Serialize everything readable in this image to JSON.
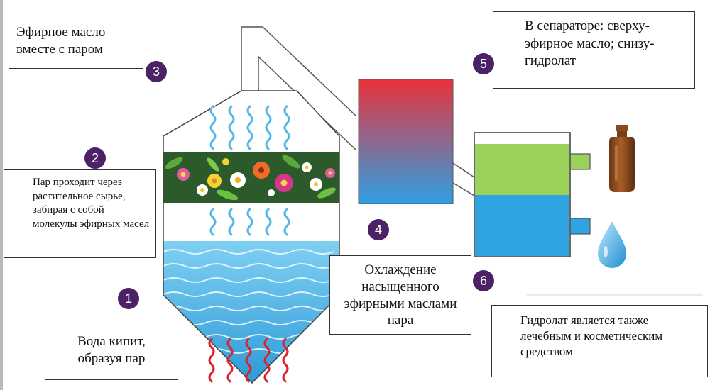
{
  "diagram": {
    "labels": {
      "step3_text": "Эфирное масло вместе с паром",
      "step2_text": "Пар проходит через растительное сырье, забирая с собой молекулы эфирных масел",
      "step1_text": "Вода кипит, образуя пар",
      "step4_text": "Охлаждение насыщенного эфирными маслами пара",
      "step5_text": "В сепараторе: сверху-эфирное масло; снизу-гидролат",
      "step6_text": "Гидролат является также лечебным и косметическим средством"
    },
    "step_numbers": [
      "1",
      "2",
      "3",
      "4",
      "5",
      "6"
    ],
    "colors": {
      "badge": "#4b2266",
      "water": "#3fb4e6",
      "oil_layer": "#9bd35a",
      "condenser_top": "#e9323b",
      "condenser_bottom": "#2f9fe2",
      "steam_blue": "#55b7e8",
      "heat_red": "#d9232e",
      "plants_bg": "#2d5a2a",
      "bottle": "#8a4a1c"
    },
    "icons": [
      "oil-bottle-icon",
      "water-drop-icon",
      "flower-icon",
      "steam-wave-icon",
      "heat-wave-icon"
    ]
  }
}
